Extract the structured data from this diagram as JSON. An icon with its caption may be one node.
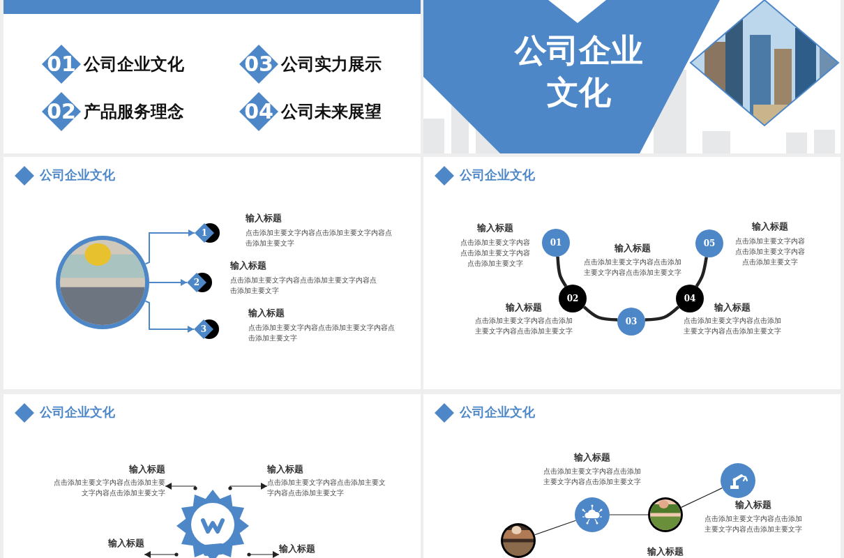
{
  "diagram": {
    "nodes": [
      {
        "text": [],
        "shape": "box"
      },
      {
        "text": [
          "01"
        ],
        "beside": [
          "公司企业文化"
        ],
        "in": 0
      },
      {
        "text": [
          "03"
        ],
        "beside": [
          "公司实力展示"
        ],
        "in": 0
      },
      {
        "text": [
          "02"
        ],
        "beside": [
          "产品服务理念"
        ],
        "in": 0
      },
      {
        "text": [
          "04"
        ],
        "beside": [
          "公司未来展望"
        ],
        "in": 0
      },
      {
        "text": [],
        "shape": "box"
      },
      {
        "text": [
          "公司企业文化"
        ],
        "in": 5
      },
      {
        "text": [],
        "shape": "picture",
        "in": 5
      },
      {
        "text": [
          "公司企业文化"
        ]
      },
      {
        "text": [],
        "shape": "picture",
        "in": 8
      },
      {
        "text": [
          "1"
        ],
        "beside": [
          "输入标题",
          "点击添加主要文字内容点击添加主要文字内容点击添加主要文字"
        ],
        "in": 8
      },
      {
        "text": [
          "2"
        ],
        "beside": [
          "输入标题",
          "点击添加主要文字内容点击添加主要文字内容点击添加主要文字"
        ],
        "in": 8
      },
      {
        "text": [
          "3"
        ],
        "beside": [
          "输入标题",
          "点击添加主要文字内容点击添加主要文字内容点击添加主要文字"
        ],
        "in": 8
      },
      {
        "text": [
          "公司企业文化"
        ]
      },
      {
        "text": [
          "01"
        ],
        "beside": [
          "输入标题",
          "点击添加主要文字内容点击添加主要文字内容点击添加主要文字"
        ],
        "in": 13
      },
      {
        "text": [
          "02"
        ],
        "beside": [
          "输入标题",
          "点击添加主要文字内容点击添加主要文字内容点击添加主要文字"
        ],
        "in": 13
      },
      {
        "text": [
          "03"
        ],
        "beside": [
          "输入标题",
          "点击添加主要文字内容点击添加主要文字内容点击添加主要文字"
        ],
        "in": 13
      },
      {
        "text": [
          "04"
        ],
        "beside": [
          "输入标题",
          "点击添加主要文字内容点击添加主要文字内容点击添加主要文字"
        ],
        "in": 13
      },
      {
        "text": [
          "05"
        ],
        "beside": [
          "输入标题",
          "点击添加主要文字内容点击添加主要文字内容点击添加主要文字"
        ],
        "in": 13
      },
      {
        "text": [
          "公司企业文化"
        ]
      },
      {
        "text": [],
        "shape": "picture",
        "in": 19
      },
      {
        "text": [
          "输入标题",
          "点击添加主要文字内容点击添加主要文字内容点击添加主要文字"
        ],
        "in": 19
      },
      {
        "text": [
          "输入标题",
          "点击添加主要文字内容点击添加主要文字内容点击添加主要文字"
        ],
        "in": 19
      },
      {
        "text": [
          "输入标题"
        ],
        "in": 19
      },
      {
        "text": [
          "输入标题"
        ],
        "in": 19
      },
      {
        "text": [
          "公司企业文化"
        ]
      },
      {
        "text": [],
        "shape": "picture",
        "in": 25
      },
      {
        "text": [],
        "shape": "circle",
        "beside": [
          "输入标题",
          "点击添加主要文字内容点击添加主要文字内容点击添加主要文字"
        ],
        "in": 25
      },
      {
        "text": [],
        "shape": "picture",
        "beside": [
          "输入标题"
        ],
        "in": 25
      },
      {
        "text": [],
        "shape": "circle",
        "beside": [
          "输入标题",
          "点击添加主要文字内容点击添加主要文字内容点击添加主要文字"
        ],
        "in": 25
      }
    ],
    "edges": [
      {
        "from": 9,
        "to": 10,
        "arrow": "to",
        "color": "#4d87c7"
      },
      {
        "from": 9,
        "to": 11,
        "arrow": "to",
        "color": "#4d87c7"
      },
      {
        "from": 9,
        "to": 12,
        "arrow": "to",
        "color": "#4d87c7"
      },
      {
        "from": 14,
        "to": 15,
        "arrow": "none",
        "style": "thick"
      },
      {
        "from": 15,
        "to": 16,
        "arrow": "none",
        "style": "thick"
      },
      {
        "from": 16,
        "to": 17,
        "arrow": "none",
        "style": "thick"
      },
      {
        "from": 17,
        "to": 18,
        "arrow": "none",
        "style": "thick"
      },
      {
        "from": 20,
        "to": 21,
        "arrow": "to"
      },
      {
        "from": 20,
        "to": 22,
        "arrow": "to"
      },
      {
        "from": 20,
        "to": 23,
        "arrow": "to"
      },
      {
        "from": 20,
        "to": 24,
        "arrow": "to"
      },
      {
        "from": 26,
        "to": 27,
        "arrow": "none"
      },
      {
        "from": 27,
        "to": 28,
        "arrow": "none"
      },
      {
        "from": 28,
        "to": 29,
        "arrow": "none"
      }
    ]
  }
}
